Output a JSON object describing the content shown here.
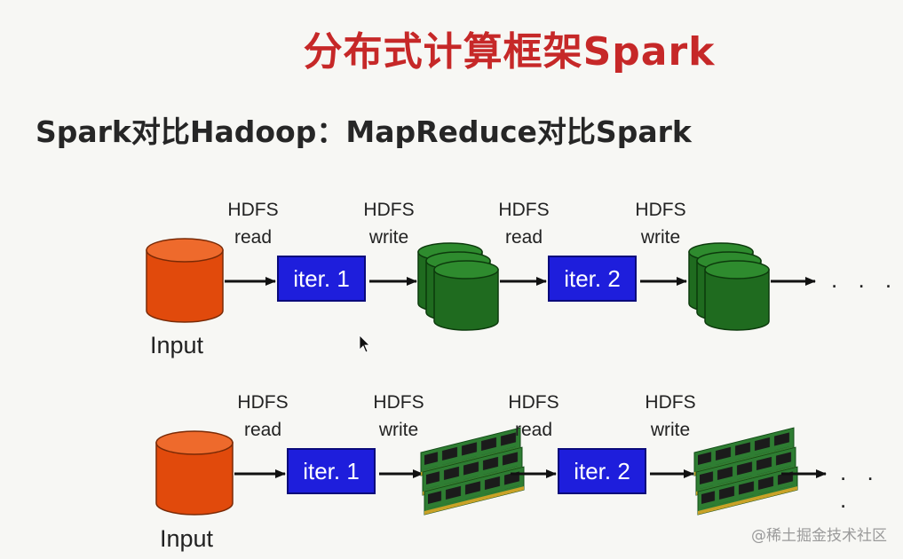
{
  "title": "分布式计算框架Spark",
  "subtitle": "Spark对比Hadoop：MapReduce对比Spark",
  "rows": [
    {
      "input": "Input",
      "labels": [
        {
          "line1": "HDFS",
          "line2": "read"
        },
        {
          "line1": "HDFS",
          "line2": "write"
        },
        {
          "line1": "HDFS",
          "line2": "read"
        },
        {
          "line1": "HDFS",
          "line2": "write"
        }
      ],
      "iters": [
        "iter. 1",
        "iter. 2"
      ],
      "ellipsis": ". . ."
    },
    {
      "input": "Input",
      "labels": [
        {
          "line1": "HDFS",
          "line2": "read"
        },
        {
          "line1": "HDFS",
          "line2": "write"
        },
        {
          "line1": "HDFS",
          "line2": "read"
        },
        {
          "line1": "HDFS",
          "line2": "write"
        }
      ],
      "iters": [
        "iter. 1",
        "iter. 2"
      ],
      "ellipsis": ". . ."
    }
  ],
  "watermark": "@稀土掘金技术社区",
  "colors": {
    "title": "#c62828",
    "input_cylinder": "#e14a0c",
    "hdfs_cylinder": "#1f6b1f",
    "iter_box": "#1e1edc",
    "memory_board": "#2e7d32"
  }
}
